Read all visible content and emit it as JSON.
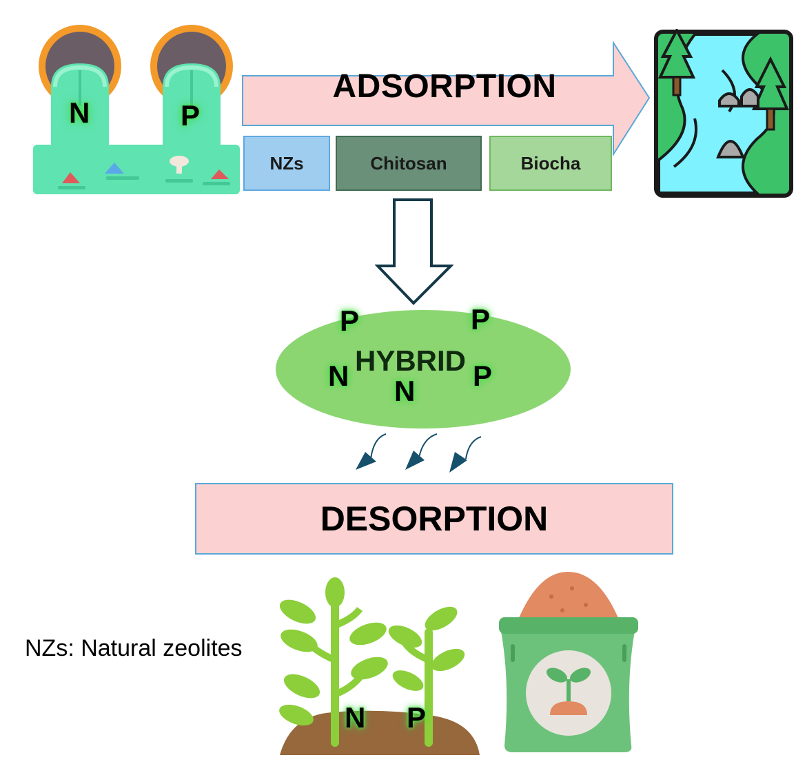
{
  "adsorption": {
    "label": "ADSORPTION"
  },
  "sorbents": {
    "nzs": "NZs",
    "chitosan": "Chitosan",
    "biochar": "Biocha"
  },
  "hybrid": {
    "label": "HYBRID"
  },
  "ions": {
    "n": "N",
    "p": "P"
  },
  "desorption": {
    "label": "DESORPTION"
  },
  "legend": {
    "text": "NZs: Natural zeolites"
  },
  "colors": {
    "arrow_fill": "#fbd1d1",
    "arrow_stroke": "#5aa8d8",
    "hybrid_fill": "#8cd672",
    "wastewater_green": "#5fe3b0",
    "pipe_orange": "#f39a2a",
    "river_cyan": "#7ef2ff",
    "forest_green": "#3cc36a",
    "plant_green": "#8ccf3a",
    "soil_brown": "#96683c",
    "bag_green": "#6cc27a",
    "dark_arrow": "#16506b"
  }
}
